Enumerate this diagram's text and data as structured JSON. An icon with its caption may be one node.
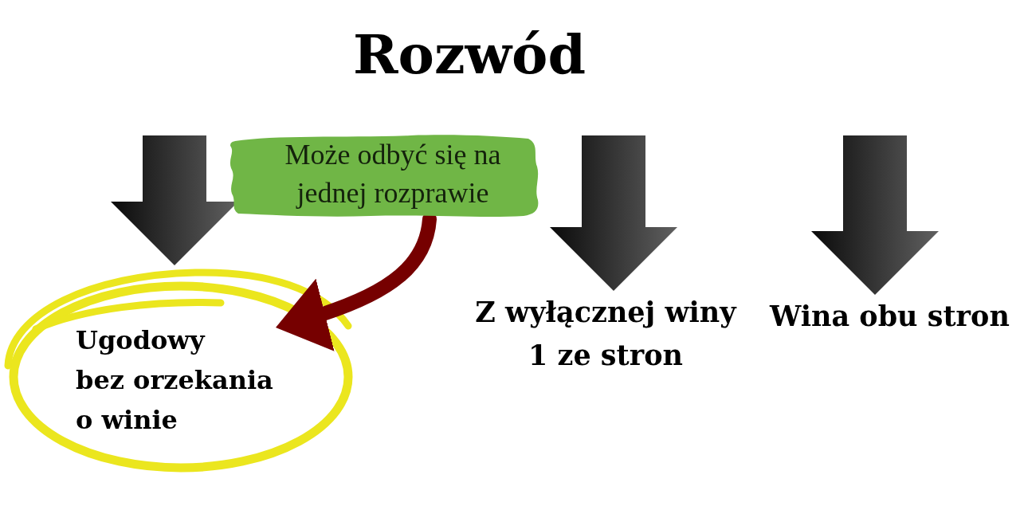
{
  "diagram": {
    "title": "Rozwód",
    "nodes": [
      {
        "text": [
          "Może odbyć się na jednej rozprawie"
        ]
      },
      {
        "text": [
          "Ugodowy",
          "bez orzekania o winie"
        ]
      },
      {
        "text": [
          "Z wyłącznej winy 1 ze stron"
        ]
      },
      {
        "text": [
          "Wina obu stron"
        ]
      }
    ],
    "edges": [
      {
        "from": null,
        "to": 1,
        "arrow": "to",
        "style": "thick"
      },
      {
        "from": null,
        "to": 2,
        "arrow": "to",
        "style": "thick"
      },
      {
        "from": null,
        "to": 3,
        "arrow": "to",
        "style": "thick"
      },
      {
        "from": 0,
        "to": 1,
        "arrow": "to",
        "color": "#760000"
      }
    ]
  }
}
